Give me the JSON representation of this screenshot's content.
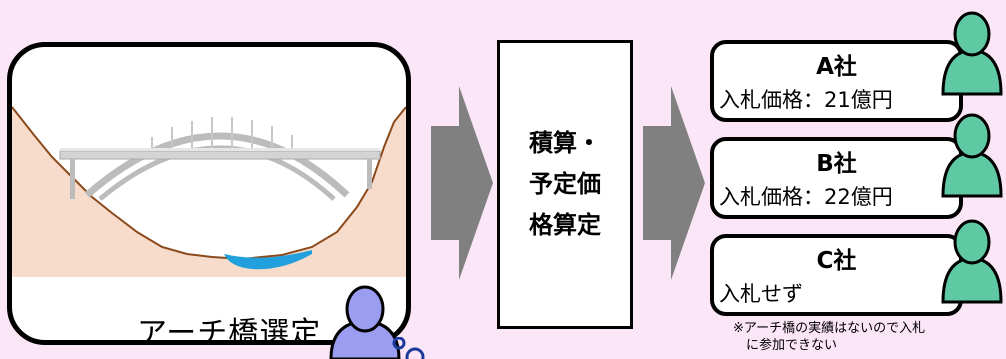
{
  "panel": {
    "caption": "アーチ橋選定"
  },
  "process_box": {
    "label": "積算・\n予定価\n格算定"
  },
  "companies": [
    {
      "name": "A社",
      "bid": "入札価格：21億円"
    },
    {
      "name": "B社",
      "bid": "入札価格：22億円"
    },
    {
      "name": "C社",
      "bid": "入札せず"
    }
  ],
  "note": "※アーチ橋の実績はないので入札\n　に参加できない",
  "colors": {
    "background": "#fbe6f7",
    "arrow": "#808080",
    "river": "#22a0dd",
    "land": "#f8dccb",
    "bridge": "#bcbcbc",
    "person_green": "#5ec9a3",
    "person_purple": "#9b9ef0",
    "thought_bubble": "#1b3a9c"
  },
  "icons": [
    "person-icon-purple",
    "person-icon-green",
    "thought-bubble-icon",
    "arrow-right-icon",
    "arch-bridge-illustration"
  ]
}
